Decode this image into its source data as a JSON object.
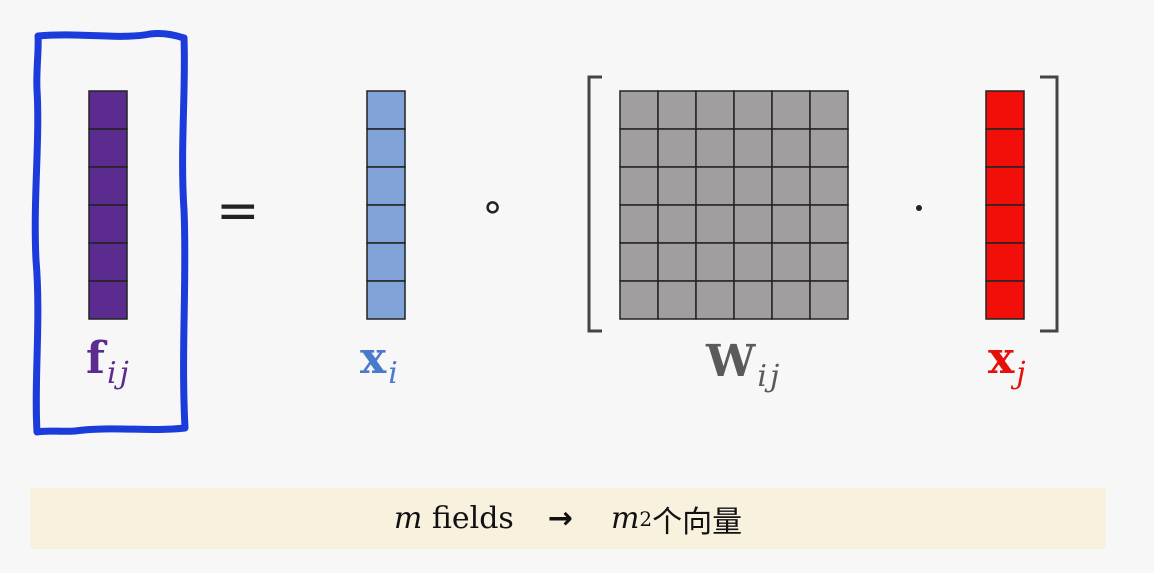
{
  "colors": {
    "f_vector": "#5b2b90",
    "x_i_vector": "#82a3d8",
    "x_j_vector": "#f20f0a",
    "w_matrix": "#a09e9f",
    "highlight_box": "#1b3bdb",
    "caption_bg": "#f8f1de"
  },
  "diagram": {
    "equals_symbol": "=",
    "hadamard_symbol": "∘",
    "dot_symbol": "·",
    "f_label": {
      "base": "f",
      "sub": "ij"
    },
    "xi_label": {
      "base": "x",
      "sub": "i"
    },
    "w_label": {
      "base": "W",
      "sub": "ij"
    },
    "xj_label": {
      "base": "x",
      "sub": "j"
    },
    "vector_cells": 6,
    "matrix_rows": 6,
    "matrix_cols": 6
  },
  "caption": {
    "m": "m",
    "fields": "fields",
    "arrow": "→",
    "m2_base": "m",
    "m2_exp": "2",
    "chinese": "个向量"
  }
}
